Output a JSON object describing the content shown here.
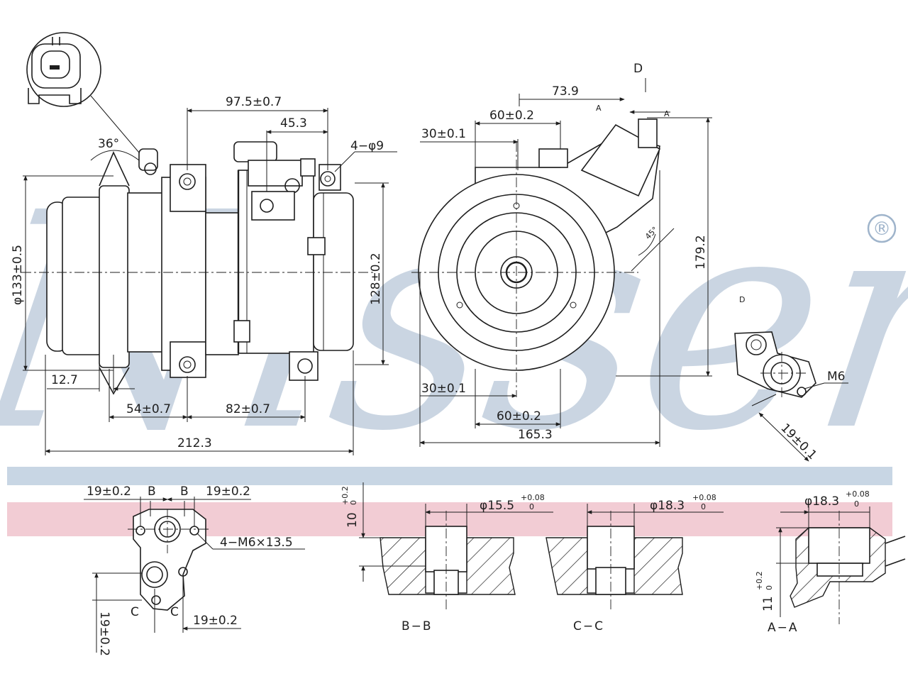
{
  "colors": {
    "watermark": "#9fb4cb",
    "band_blue": "#c8d6e4",
    "band_pink": "#f2ccd4",
    "line": "#1e1e1e"
  },
  "watermark": {
    "text": "Nissens",
    "registered": "®"
  },
  "side_view": {
    "dims": {
      "d1": "97.5±0.7",
      "d2": "45.3",
      "d3": "4−φ9",
      "d4": "36°",
      "d5": "φ133±0.5",
      "d6": "128±0.2",
      "d7": "12.7",
      "d8": "54±0.7",
      "d9": "82±0.7",
      "d10": "212.3"
    }
  },
  "front_view": {
    "dims": {
      "d1": "73.9",
      "d2": "A",
      "d3": "D",
      "d4": "60±0.2",
      "d5": "30±0.1",
      "d6": "179.2",
      "d7": "45°",
      "d8": "30±0.1",
      "d9": "60±0.2",
      "d10": "165.3",
      "d11": "A"
    }
  },
  "detail_d": {
    "title": "D",
    "thread": "M6",
    "dim": "19±0.1"
  },
  "flange_view": {
    "dims": {
      "left": "19±0.2",
      "b1": "B",
      "b2": "B",
      "right": "19±0.2",
      "bolts": "4−M6×13.5",
      "c1": "C",
      "c2": "C",
      "bottom": "19±0.2",
      "vertical": "19±0.2"
    }
  },
  "section_bb": {
    "label": "B−B",
    "depth": "10",
    "depth_tol_upper": "+0.2",
    "depth_tol_lower": "0",
    "dia": "φ15.5",
    "dia_tol_upper": "+0.08",
    "dia_tol_lower": "0"
  },
  "section_cc": {
    "label": "C−C",
    "dia": "φ18.3",
    "dia_tol_upper": "+0.08",
    "dia_tol_lower": "0"
  },
  "section_aa": {
    "label": "A−A",
    "depth": "11",
    "depth_tol_upper": "+0.2",
    "depth_tol_lower": "0",
    "dia": "φ18.3",
    "dia_tol_upper": "+0.08",
    "dia_tol_lower": "0"
  }
}
